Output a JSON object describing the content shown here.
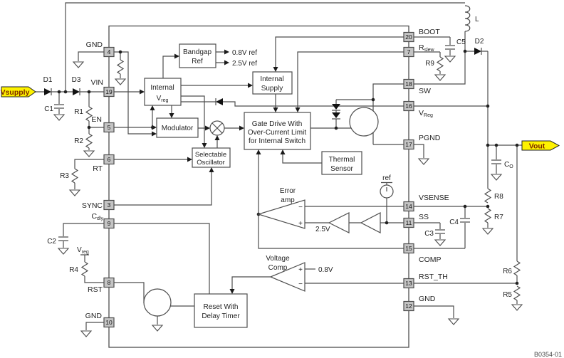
{
  "figure_code": "B0354-01",
  "tags": {
    "input": "Vsupply",
    "output": "Vout"
  },
  "colors": {
    "tag_fill": "#FEF200",
    "wire": "#4d4d4d",
    "pin_fill": "#c4c4c4"
  },
  "pins": {
    "left": [
      {
        "num": "4",
        "label": "GND"
      },
      {
        "num": "19",
        "label": "VIN"
      },
      {
        "num": "5",
        "label": "EN"
      },
      {
        "num": "6",
        "label": "RT"
      },
      {
        "num": "3",
        "label": "SYNC"
      },
      {
        "num": "9",
        "main": "C",
        "sub": "dly"
      },
      {
        "num": "8",
        "label": "RST"
      },
      {
        "num": "10",
        "label": "GND"
      }
    ],
    "right": [
      {
        "num": "20",
        "label": "BOOT"
      },
      {
        "num": "7",
        "main": "R",
        "sub": "slew"
      },
      {
        "num": "18",
        "label": "SW"
      },
      {
        "num": "16",
        "main": "V",
        "sub": "Reg"
      },
      {
        "num": "17",
        "label": "PGND"
      },
      {
        "num": "14",
        "label": "VSENSE"
      },
      {
        "num": "11",
        "label": "SS"
      },
      {
        "num": "15",
        "label": "COMP"
      },
      {
        "num": "13",
        "label": "RST_TH"
      },
      {
        "num": "12",
        "label": "GND"
      }
    ]
  },
  "blocks": {
    "bandgap": {
      "l1": "Bandgap",
      "l2": "Ref"
    },
    "internal_supply": {
      "l1": "Internal",
      "l2": "Supply"
    },
    "internal_vreg": {
      "l1": "Internal",
      "main": "V",
      "sub": "reg"
    },
    "modulator": {
      "l1": "Modulator"
    },
    "oscillator": {
      "l1": "Selectable",
      "l2": "Oscillator"
    },
    "gate_drive": {
      "l1": "Gate Drive With",
      "l2": "Over-Current Limit",
      "l3": "for Internal Switch"
    },
    "thermal": {
      "l1": "Thermal",
      "l2": "Sensor"
    },
    "reset": {
      "l1": "Reset With",
      "l2": "Delay Timer"
    }
  },
  "amps": {
    "error": {
      "l1": "Error",
      "l2": "amp",
      "ref": "2.5V",
      "minus": "−",
      "plus": "+"
    },
    "voltage": {
      "l1": "Voltage",
      "l2": "Comp",
      "ref": "0.8V",
      "plus": "+",
      "minus": "−"
    },
    "ref_source": "ref"
  },
  "bandgap_refs": {
    "r1": "0.8V ref",
    "r2": "2.5V ref"
  },
  "components": {
    "d1": "D1",
    "d3": "D3",
    "d2": "D2",
    "l": "L",
    "c1": "C1",
    "c2": "C2",
    "c3": "C3",
    "c4": "C4",
    "c5": "C5",
    "co_main": "C",
    "co_sub": "O",
    "r1": "R1",
    "r2": "R2",
    "r3": "R3",
    "r4": "R4",
    "r5": "R5",
    "r6": "R6",
    "r7": "R7",
    "r8": "R8",
    "r9": "R9",
    "vreg_rail_main": "V",
    "vreg_rail_sub": "reg"
  }
}
